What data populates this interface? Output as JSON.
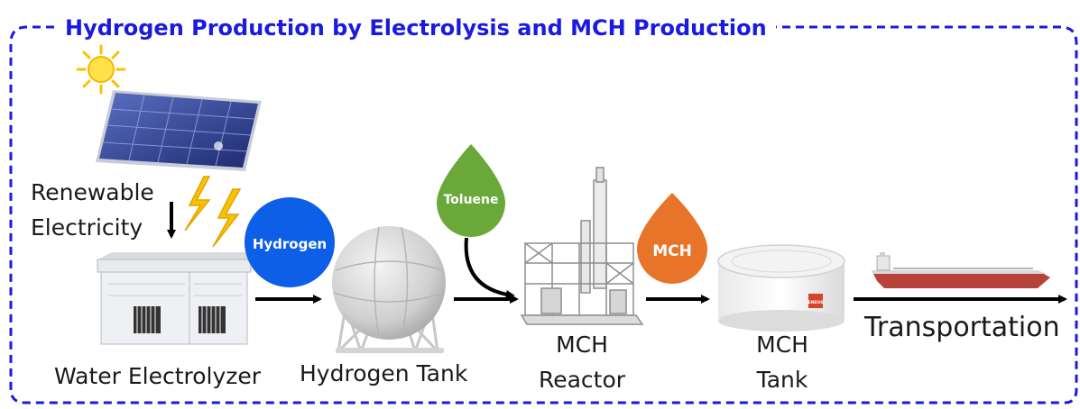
{
  "title": "Hydrogen Production by Electrolysis and MCH Production",
  "labels": {
    "renewable_line1": "Renewable",
    "renewable_line2": "Electricity",
    "water_electrolyzer": "Water Electrolyzer",
    "hydrogen_tank": "Hydrogen Tank",
    "mch_reactor_line1": "MCH",
    "mch_reactor_line2": "Reactor",
    "mch_tank_line1": "MCH",
    "mch_tank_line2": "Tank",
    "transportation": "Transportation"
  },
  "badges": {
    "hydrogen": "Hydrogen",
    "toluene": "Toluene",
    "mch": "MCH",
    "tank_logo": "ENEOS"
  },
  "colors": {
    "frame": "#1a1ae0",
    "title": "#1a1ae0",
    "hydrogen": "#0d5fe8",
    "toluene": "#6aa83a",
    "mch": "#e8742a",
    "arrow": "#000000",
    "lightning": "#f5c400",
    "sun": "#ffe14a",
    "panel": "#2a3a8c",
    "ship_hull": "#b8433a"
  },
  "icons": [
    "sun-icon",
    "solar-panel-icon",
    "lightning-icon",
    "electrolyzer-icon",
    "spherical-tank-icon",
    "reactor-plant-icon",
    "cylindrical-tank-icon",
    "tanker-ship-icon"
  ]
}
